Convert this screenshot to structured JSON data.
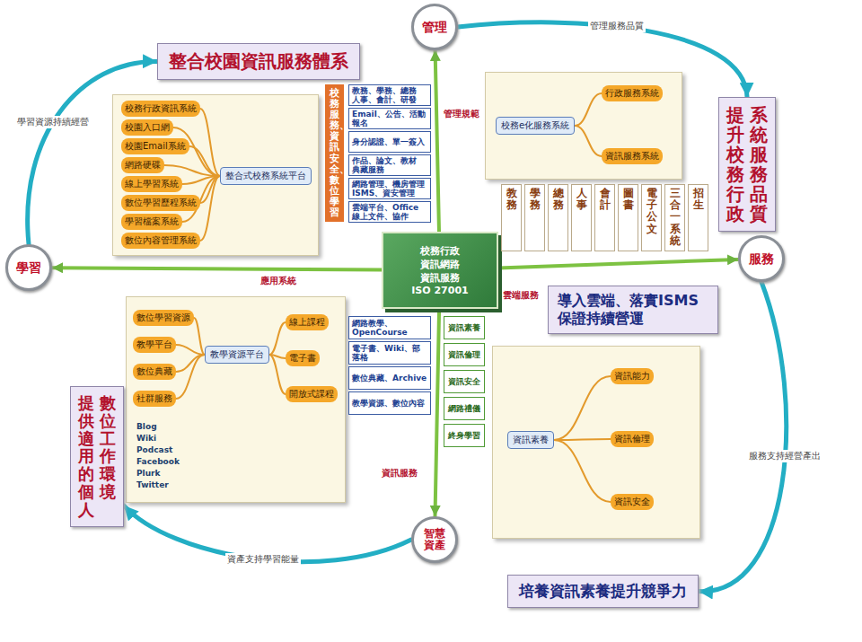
{
  "diagram": {
    "nodes": [
      {
        "text": [
          "管理"
        ]
      },
      {
        "text": [
          "學習"
        ]
      },
      {
        "text": [
          "服務"
        ]
      },
      {
        "text": [
          "智慧資產"
        ]
      },
      {
        "text": [
          "整合校園資訊服務體系"
        ]
      },
      {
        "text": [
          "整合式校務系統平台"
        ]
      },
      {
        "text": [
          "校務行政資訊系統"
        ]
      },
      {
        "text": [
          "校園入口網"
        ]
      },
      {
        "text": [
          "校園Email系統"
        ]
      },
      {
        "text": [
          "網路硬碟"
        ]
      },
      {
        "text": [
          "線上學習系統"
        ]
      },
      {
        "text": [
          "數位學習歷程系統"
        ]
      },
      {
        "text": [
          "學習檔案系統"
        ]
      },
      {
        "text": [
          "數位內容管理系統"
        ]
      },
      {
        "text": [
          "校務服務、資訊安全、數位學習"
        ]
      },
      {
        "text": [
          "教務、學務、總務 人事、會計、研發"
        ]
      },
      {
        "text": [
          "Email、公告、活動報名"
        ]
      },
      {
        "text": [
          "身分認證、單一簽入"
        ]
      },
      {
        "text": [
          "作品、論文、教材 典藏服務"
        ]
      },
      {
        "text": [
          "網路管理、機房管理 ISMS、資安管理"
        ]
      },
      {
        "text": [
          "雲端平台、Office 線上文件、協作"
        ]
      },
      {
        "text": [
          "校務行政",
          "資訊網路",
          "資訊服務",
          "ISO 27001"
        ]
      },
      {
        "text": [
          "校務e化服務系統"
        ]
      },
      {
        "text": [
          "行政服務系統"
        ]
      },
      {
        "text": [
          "資訊服務系統"
        ]
      },
      {
        "text": [
          "提升校務行政",
          "系統服務品質"
        ]
      },
      {
        "text": [
          "教務"
        ]
      },
      {
        "text": [
          "學務"
        ]
      },
      {
        "text": [
          "總務"
        ]
      },
      {
        "text": [
          "人事"
        ]
      },
      {
        "text": [
          "會計"
        ]
      },
      {
        "text": [
          "圖書"
        ]
      },
      {
        "text": [
          "電子公文"
        ]
      },
      {
        "text": [
          "三合一系統"
        ]
      },
      {
        "text": [
          "招生"
        ]
      },
      {
        "text": [
          "導入雲端、落實ISMS 保證持續營運"
        ]
      },
      {
        "text": [
          "網路教學、OpenCourse"
        ]
      },
      {
        "text": [
          "電子書、Wiki、部落格"
        ]
      },
      {
        "text": [
          "數位典藏、Archive"
        ]
      },
      {
        "text": [
          "教學資源、數位內容"
        ]
      },
      {
        "text": [
          "資訊素養"
        ]
      },
      {
        "text": [
          "資訊倫理"
        ]
      },
      {
        "text": [
          "資訊安全"
        ]
      },
      {
        "text": [
          "網路禮儀"
        ]
      },
      {
        "text": [
          "終身學習"
        ]
      },
      {
        "text": [
          "教學資源平台"
        ]
      },
      {
        "text": [
          "數位學習資源"
        ]
      },
      {
        "text": [
          "教學平台"
        ]
      },
      {
        "text": [
          "數位典藏"
        ]
      },
      {
        "text": [
          "社群服務"
        ]
      },
      {
        "text": [
          "線上課程"
        ]
      },
      {
        "text": [
          "電子書"
        ]
      },
      {
        "text": [
          "開放式課程"
        ]
      },
      {
        "text": [
          "提供適用的個人",
          "數位工作環境"
        ]
      },
      {
        "text": [
          "資訊素養"
        ]
      },
      {
        "text": [
          "資訊能力"
        ]
      },
      {
        "text": [
          "資訊倫理"
        ]
      },
      {
        "text": [
          "資訊安全"
        ]
      },
      {
        "text": [
          "培養資訊素養提升競爭力"
        ]
      }
    ],
    "edges": [
      {
        "from": 21,
        "to": 0,
        "arrow": "to"
      },
      {
        "from": 21,
        "to": 1,
        "arrow": "to"
      },
      {
        "from": 21,
        "to": 2,
        "arrow": "to"
      },
      {
        "from": 21,
        "to": 3,
        "arrow": "to"
      },
      {
        "from": 1,
        "to": 4,
        "arrow": "to",
        "label": "學習資源持續經營"
      },
      {
        "from": 0,
        "to": 25,
        "arrow": "to",
        "label": "管理服務品質"
      },
      {
        "from": 2,
        "to": 58,
        "arrow": "to",
        "label": "服務支持經營產出"
      },
      {
        "from": 3,
        "to": 53,
        "arrow": "to",
        "label": "資產支持學習能量"
      },
      {
        "from": 5,
        "to": 6,
        "arrow": "none"
      },
      {
        "from": 5,
        "to": 7,
        "arrow": "none"
      },
      {
        "from": 5,
        "to": 8,
        "arrow": "none"
      },
      {
        "from": 5,
        "to": 9,
        "arrow": "none"
      },
      {
        "from": 5,
        "to": 10,
        "arrow": "none"
      },
      {
        "from": 5,
        "to": 11,
        "arrow": "none"
      },
      {
        "from": 5,
        "to": 12,
        "arrow": "none"
      },
      {
        "from": 5,
        "to": 13,
        "arrow": "none"
      },
      {
        "from": 22,
        "to": 23,
        "arrow": "none"
      },
      {
        "from": 22,
        "to": 24,
        "arrow": "none"
      },
      {
        "from": 45,
        "to": 46,
        "arrow": "none"
      },
      {
        "from": 45,
        "to": 47,
        "arrow": "none"
      },
      {
        "from": 45,
        "to": 48,
        "arrow": "none"
      },
      {
        "from": 45,
        "to": 49,
        "arrow": "none"
      },
      {
        "from": 45,
        "to": 50,
        "arrow": "none"
      },
      {
        "from": 45,
        "to": 51,
        "arrow": "none"
      },
      {
        "from": 45,
        "to": 52,
        "arrow": "none"
      },
      {
        "from": 54,
        "to": 55,
        "arrow": "none"
      },
      {
        "from": 54,
        "to": 56,
        "arrow": "none"
      },
      {
        "from": 54,
        "to": 57,
        "arrow": "none"
      }
    ],
    "labels": [
      "管理規範",
      "應用系統",
      "資訊服務",
      "雲端服務",
      "Blog",
      "Wiki",
      "Podcast",
      "Facebook",
      "Plurk",
      "Twitter"
    ]
  }
}
